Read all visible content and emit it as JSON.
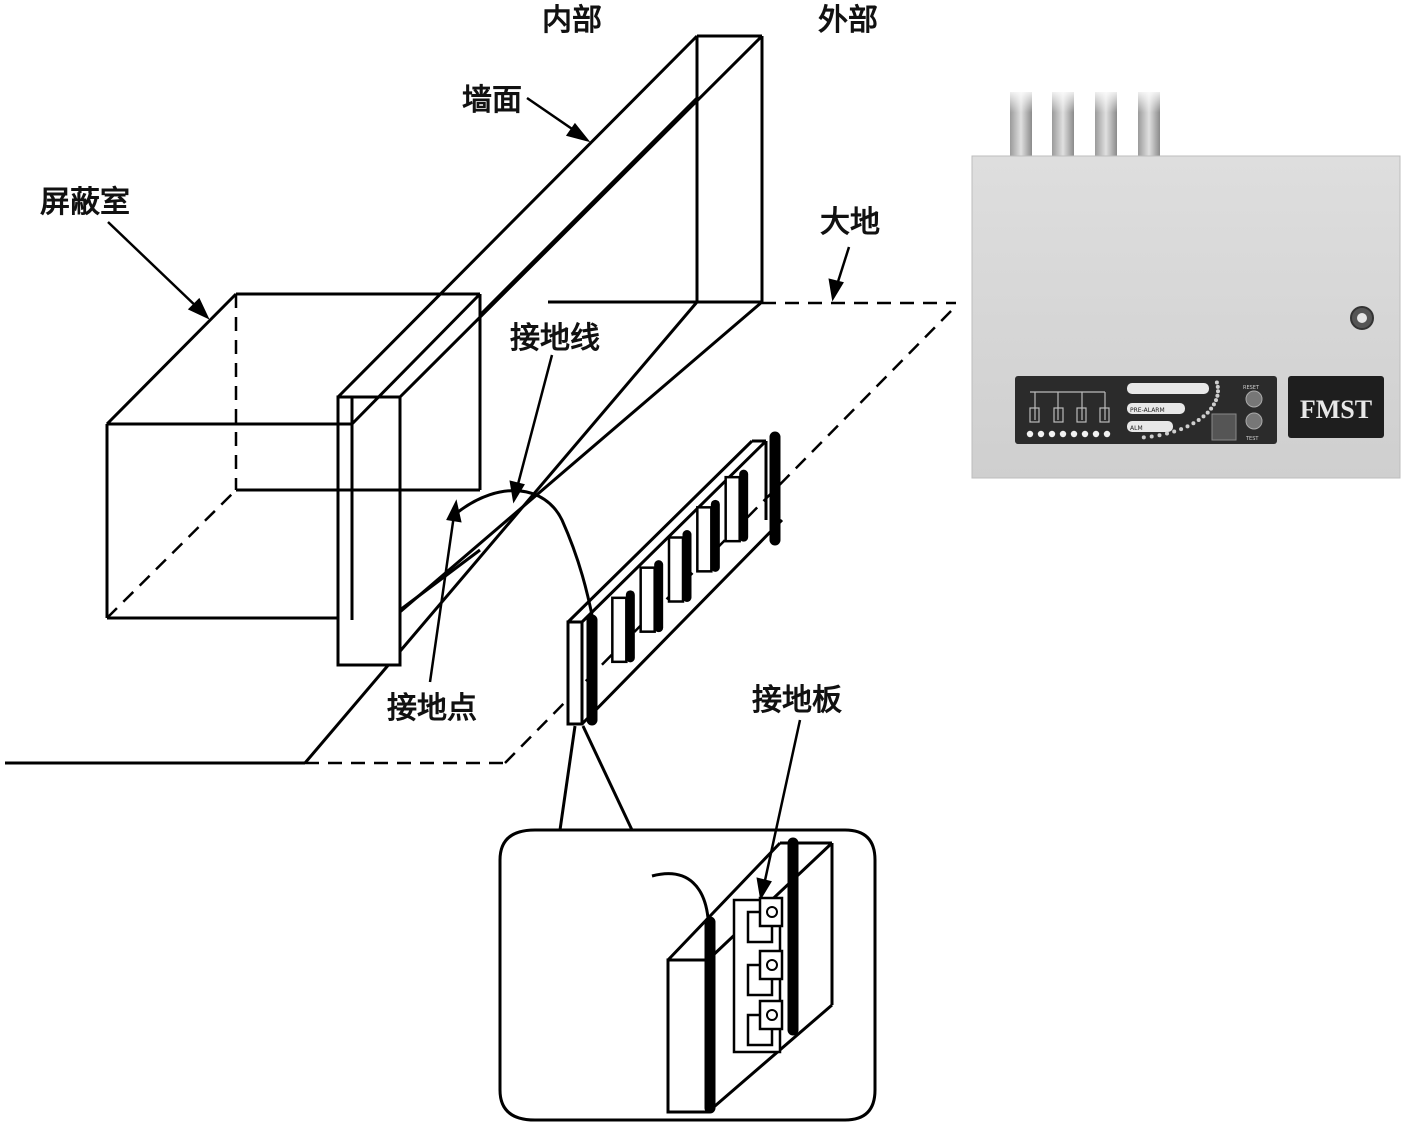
{
  "labels": {
    "inside": "内部",
    "outside": "外部",
    "wall": "墙面",
    "shielded_room": "屏蔽室",
    "earth": "大地",
    "ground_wire": "接地线",
    "ground_point": "接地点",
    "ground_plate": "接地板"
  },
  "device": {
    "brand": "FMST",
    "channel_1": "PRE-ALARM",
    "channel_2": "ALM",
    "button_1": "RESET",
    "button_2": "TEST"
  },
  "colors": {
    "line": "#000000",
    "device_body": "#d6d6d6",
    "device_panel": "#2b2b2b",
    "background": "#ffffff"
  }
}
